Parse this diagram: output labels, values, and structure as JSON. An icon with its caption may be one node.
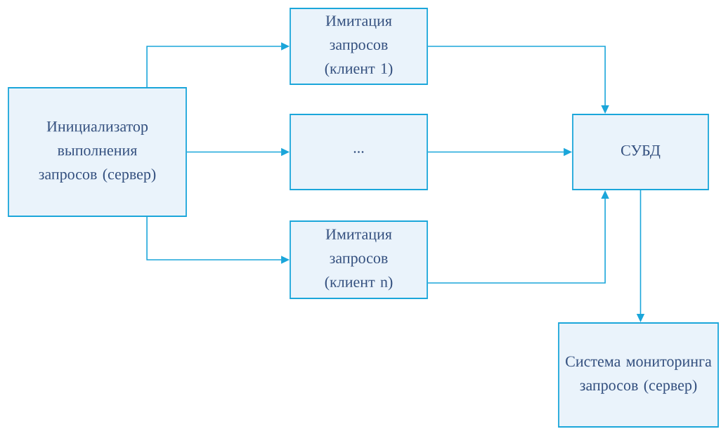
{
  "diagram": {
    "nodes": [
      {
        "text": [
          "Инициализатор выполнения запросов (сервер)"
        ]
      },
      {
        "text": [
          "Имитация запросов (клиент 1)"
        ]
      },
      {
        "text": [
          "..."
        ]
      },
      {
        "text": [
          "Имитация запросов (клиент n)"
        ]
      },
      {
        "text": [
          "СУБД"
        ]
      },
      {
        "text": [
          "Система мониторинга запросов (сервер)"
        ]
      }
    ],
    "edges": [
      {
        "from": 0,
        "to": 1,
        "arrow": "to"
      },
      {
        "from": 0,
        "to": 2,
        "arrow": "to"
      },
      {
        "from": 0,
        "to": 3,
        "arrow": "to"
      },
      {
        "from": 1,
        "to": 4,
        "arrow": "to"
      },
      {
        "from": 2,
        "to": 4,
        "arrow": "to"
      },
      {
        "from": 3,
        "to": 4,
        "arrow": "to"
      },
      {
        "from": 4,
        "to": 5,
        "arrow": "to"
      }
    ]
  }
}
